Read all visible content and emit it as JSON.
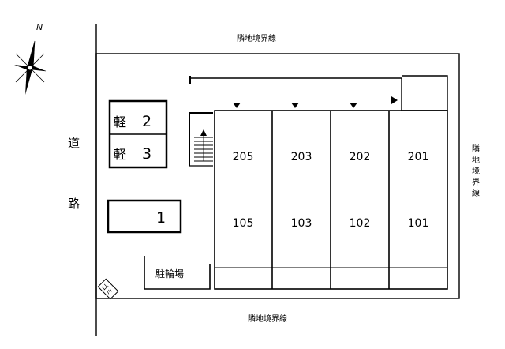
{
  "compass": {
    "north_label": "N",
    "icon": "compass-rose-icon"
  },
  "road": {
    "label_chars": [
      "道",
      "路"
    ]
  },
  "boundaries": {
    "top": "隣地境界線",
    "bottom": "隣地境界線",
    "right_chars": [
      "隣",
      "地",
      "境",
      "界",
      "線"
    ]
  },
  "parking": {
    "kei_prefix": "軽",
    "kei_spaces": [
      "2",
      "3"
    ],
    "standard_space": "1"
  },
  "units": {
    "upper": [
      "205",
      "203",
      "202",
      "201"
    ],
    "lower": [
      "105",
      "103",
      "102",
      "101"
    ]
  },
  "bicycle_parking": "駐輪場",
  "garbage": "ゴミ"
}
